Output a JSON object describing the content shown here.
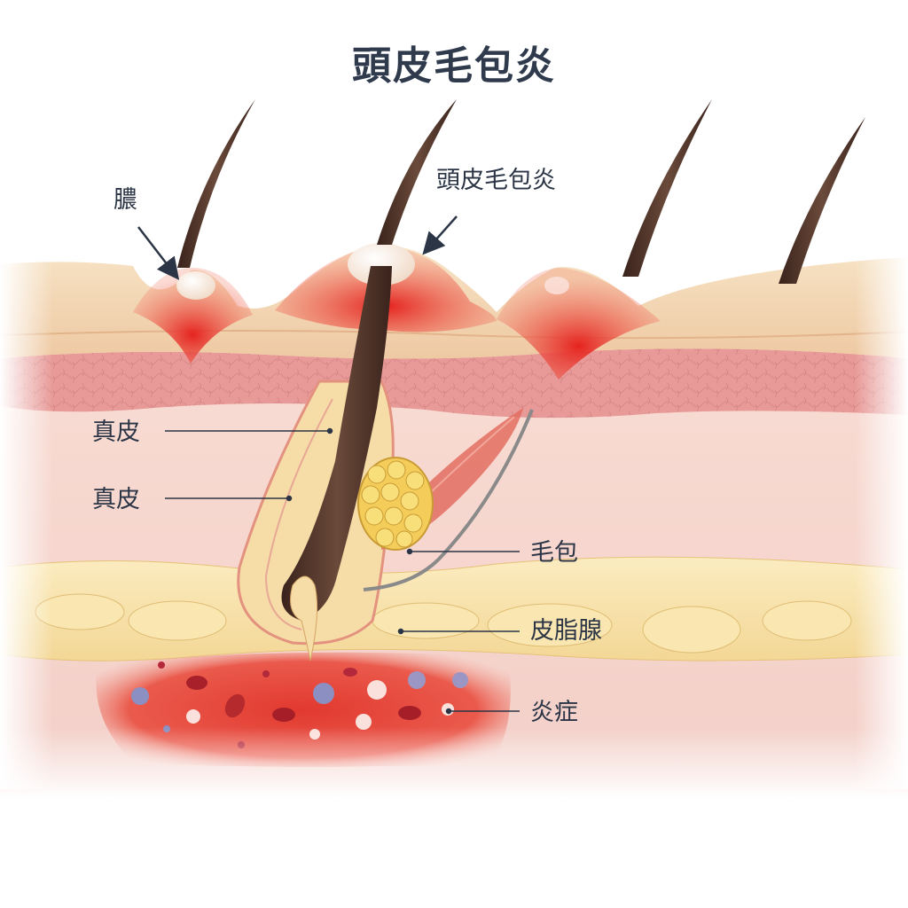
{
  "title": "頭皮毛包炎",
  "labels": {
    "pustule": "膿",
    "folliculitis": "頭皮毛包炎",
    "dermis_1": "真皮",
    "dermis_2": "真皮",
    "hair_follicle": "毛包",
    "sebaceous_gland": "皮脂腺",
    "inflammation": "炎症"
  },
  "colors": {
    "title": "#2f3a4c",
    "epidermis": "#f3d9b8",
    "dermis": "#f6d0c6",
    "papillary_layer": "#e99a98",
    "fat_layer": "#f7e2a6",
    "inflammation": "#e5483f",
    "hair_shaft": "#4a3129",
    "leader_line": "#2b3546"
  },
  "icons": [
    "arrow-icon"
  ]
}
